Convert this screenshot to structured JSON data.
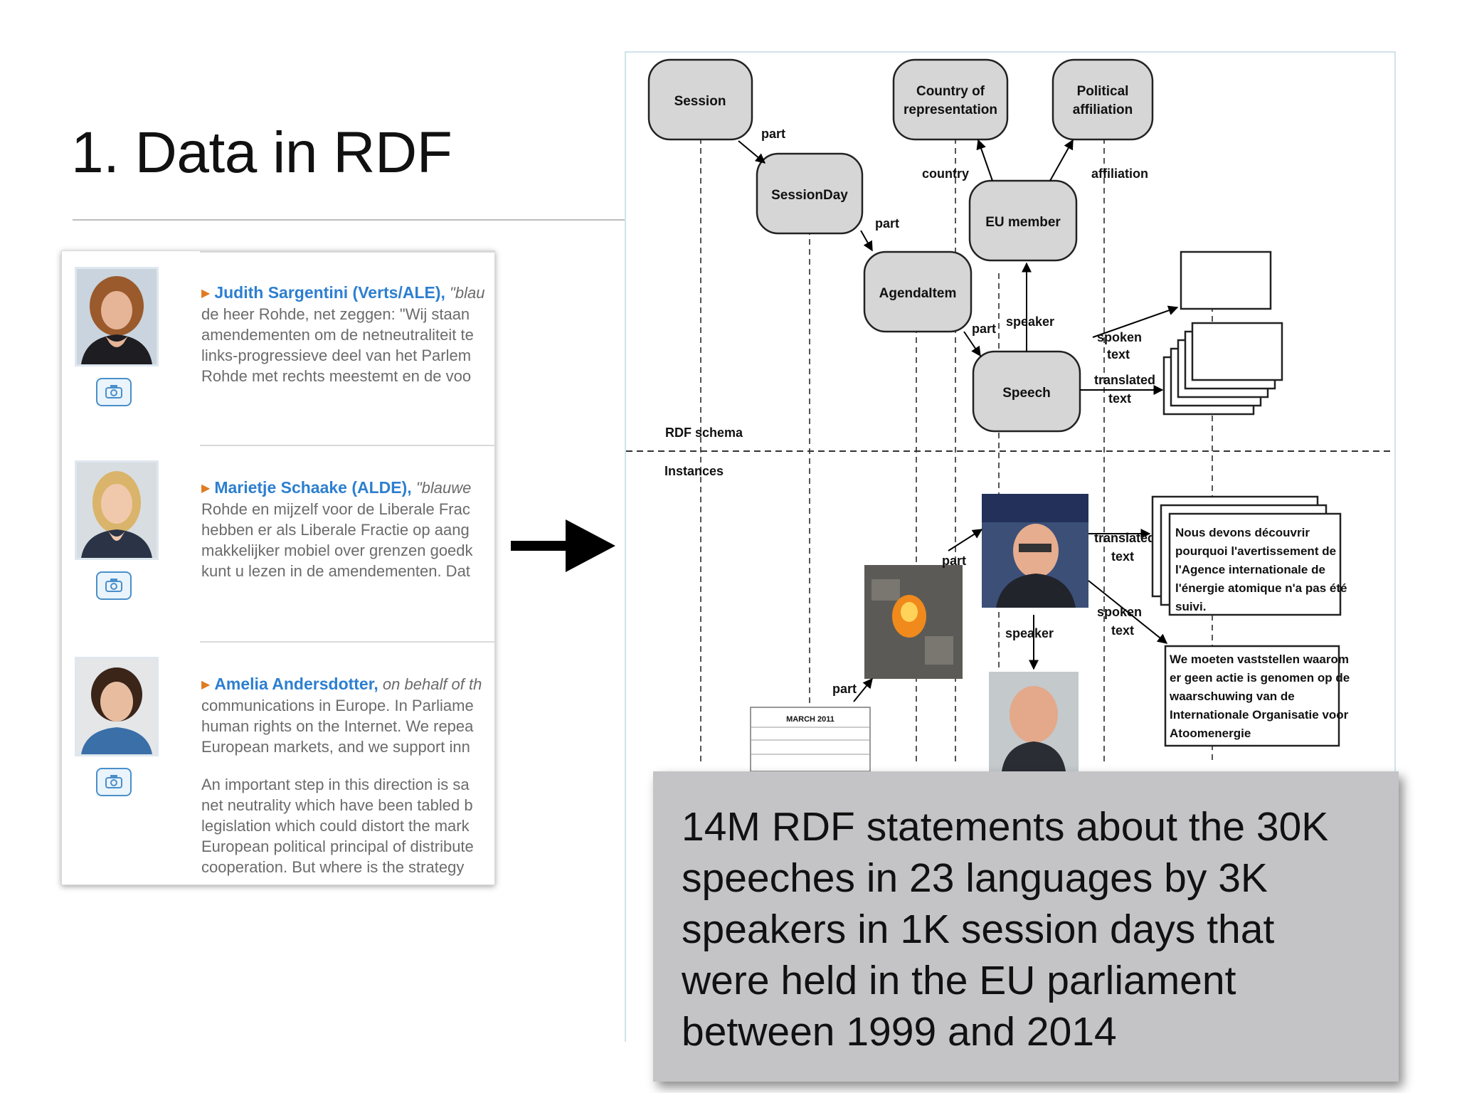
{
  "slide": {
    "title": "1. Data in RDF",
    "caption": "14M RDF statements about the 30K speeches in 23 languages by 3K speakers in 1K session days that were held in the EU parliament between 1999 and 2014"
  },
  "speeches": [
    {
      "name": "Judith Sargentini (Verts/ALE),",
      "quote": "\"blau",
      "lines": [
        "de heer Rohde, net zeggen: \"Wij staan",
        "amendementen om de netneutraliteit te",
        "links-progressieve deel van het Parlem",
        "Rohde met rechts meestemt en de voo"
      ]
    },
    {
      "name": "Marietje Schaake (ALDE),",
      "quote": "\"blauwe",
      "lines": [
        "Rohde en mijzelf voor de Liberale Frac",
        "hebben er als Liberale Fractie op aang",
        "makkelijker mobiel over grenzen goedk",
        "kunt u lezen in de amendementen. Dat"
      ]
    },
    {
      "name": "Amelia Andersdotter,",
      "quote": "on behalf of th",
      "lines": [
        "communications in Europe. In Parliame",
        "human rights on the Internet. We repea",
        "European markets, and we support inn"
      ],
      "lines2": [
        "An important step in this direction is sa",
        "net neutrality which have been tabled b",
        "legislation which could distort the mark",
        "European political principal of distribute",
        "cooperation. But where is the strategy"
      ]
    }
  ],
  "diagram": {
    "nodes": {
      "session": "Session",
      "country_1": "Country of",
      "country_2": "representation",
      "political_1": "Political",
      "political_2": "affiliation",
      "session_day": "SessionDay",
      "eu_member": "EU member",
      "agenda_item": "AgendaItem",
      "speech": "Speech"
    },
    "edges": {
      "part_1": "part",
      "country": "country",
      "affiliation": "affiliation",
      "part_2": "part",
      "part_3": "part",
      "speaker_1": "speaker",
      "spoken_1": "spoken",
      "text_1": "text",
      "translated_1": "translated",
      "text_2": "text",
      "translated_2": "translated",
      "text_3": "text",
      "part_4": "part",
      "spoken_2": "spoken",
      "text_4": "text",
      "speaker_2": "speaker",
      "part_5": "part"
    },
    "section_schema": "RDF schema",
    "section_instances": "Instances",
    "french_text": [
      "Nous devons découvrir",
      "pourquoi l'avertissement de",
      "l'Agence internationale de",
      "l'énergie atomique n'a pas été",
      "suivi."
    ],
    "dutch_text": [
      "We moeten vaststellen waarom",
      "er geen actie is genomen op de",
      "waarschuwing van de",
      "Internationale Organisatie voor",
      "Atoomenergie"
    ],
    "calendar_title": "MARCH 2011"
  },
  "colors": {
    "node_fill": "#d6d6d6",
    "name_link": "#2d7fd0",
    "caption_bg": "#c4c3c6"
  }
}
